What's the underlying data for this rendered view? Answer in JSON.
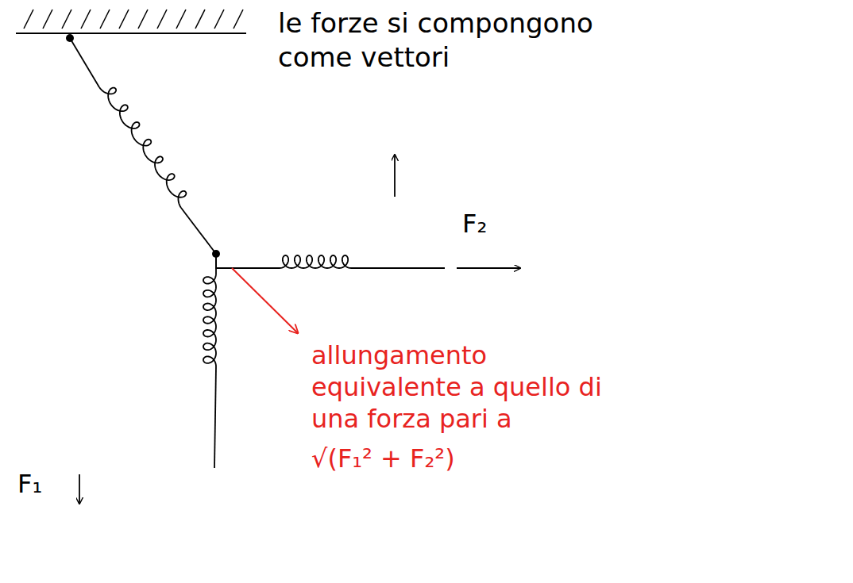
{
  "diagram": {
    "labels": [
      "le forze si compongono come vettori",
      "F₂",
      "F₁",
      "allungamento equivalente a quello di una forza pari a",
      "√(F₁² + F₂²)"
    ]
  }
}
